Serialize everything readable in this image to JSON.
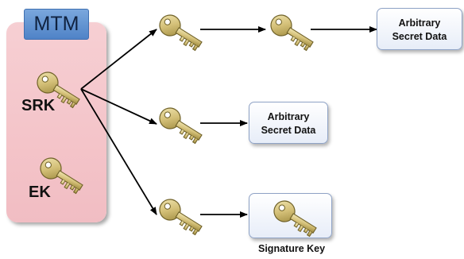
{
  "mtm": {
    "title": "MTM",
    "srk_label": "SRK",
    "ek_label": "EK"
  },
  "boxes": {
    "top": {
      "line1": "Arbitrary",
      "line2": "Secret Data"
    },
    "middle": {
      "line1": "Arbitrary",
      "line2": "Secret Data"
    },
    "bottom": {
      "caption": "Signature Key"
    }
  },
  "icons": {
    "key": "key-icon"
  },
  "colors": {
    "panel": "#f4c4c9",
    "badge": "#4f83c7",
    "key_gold": "#cdb96a",
    "box_border": "#8fa3c6"
  }
}
